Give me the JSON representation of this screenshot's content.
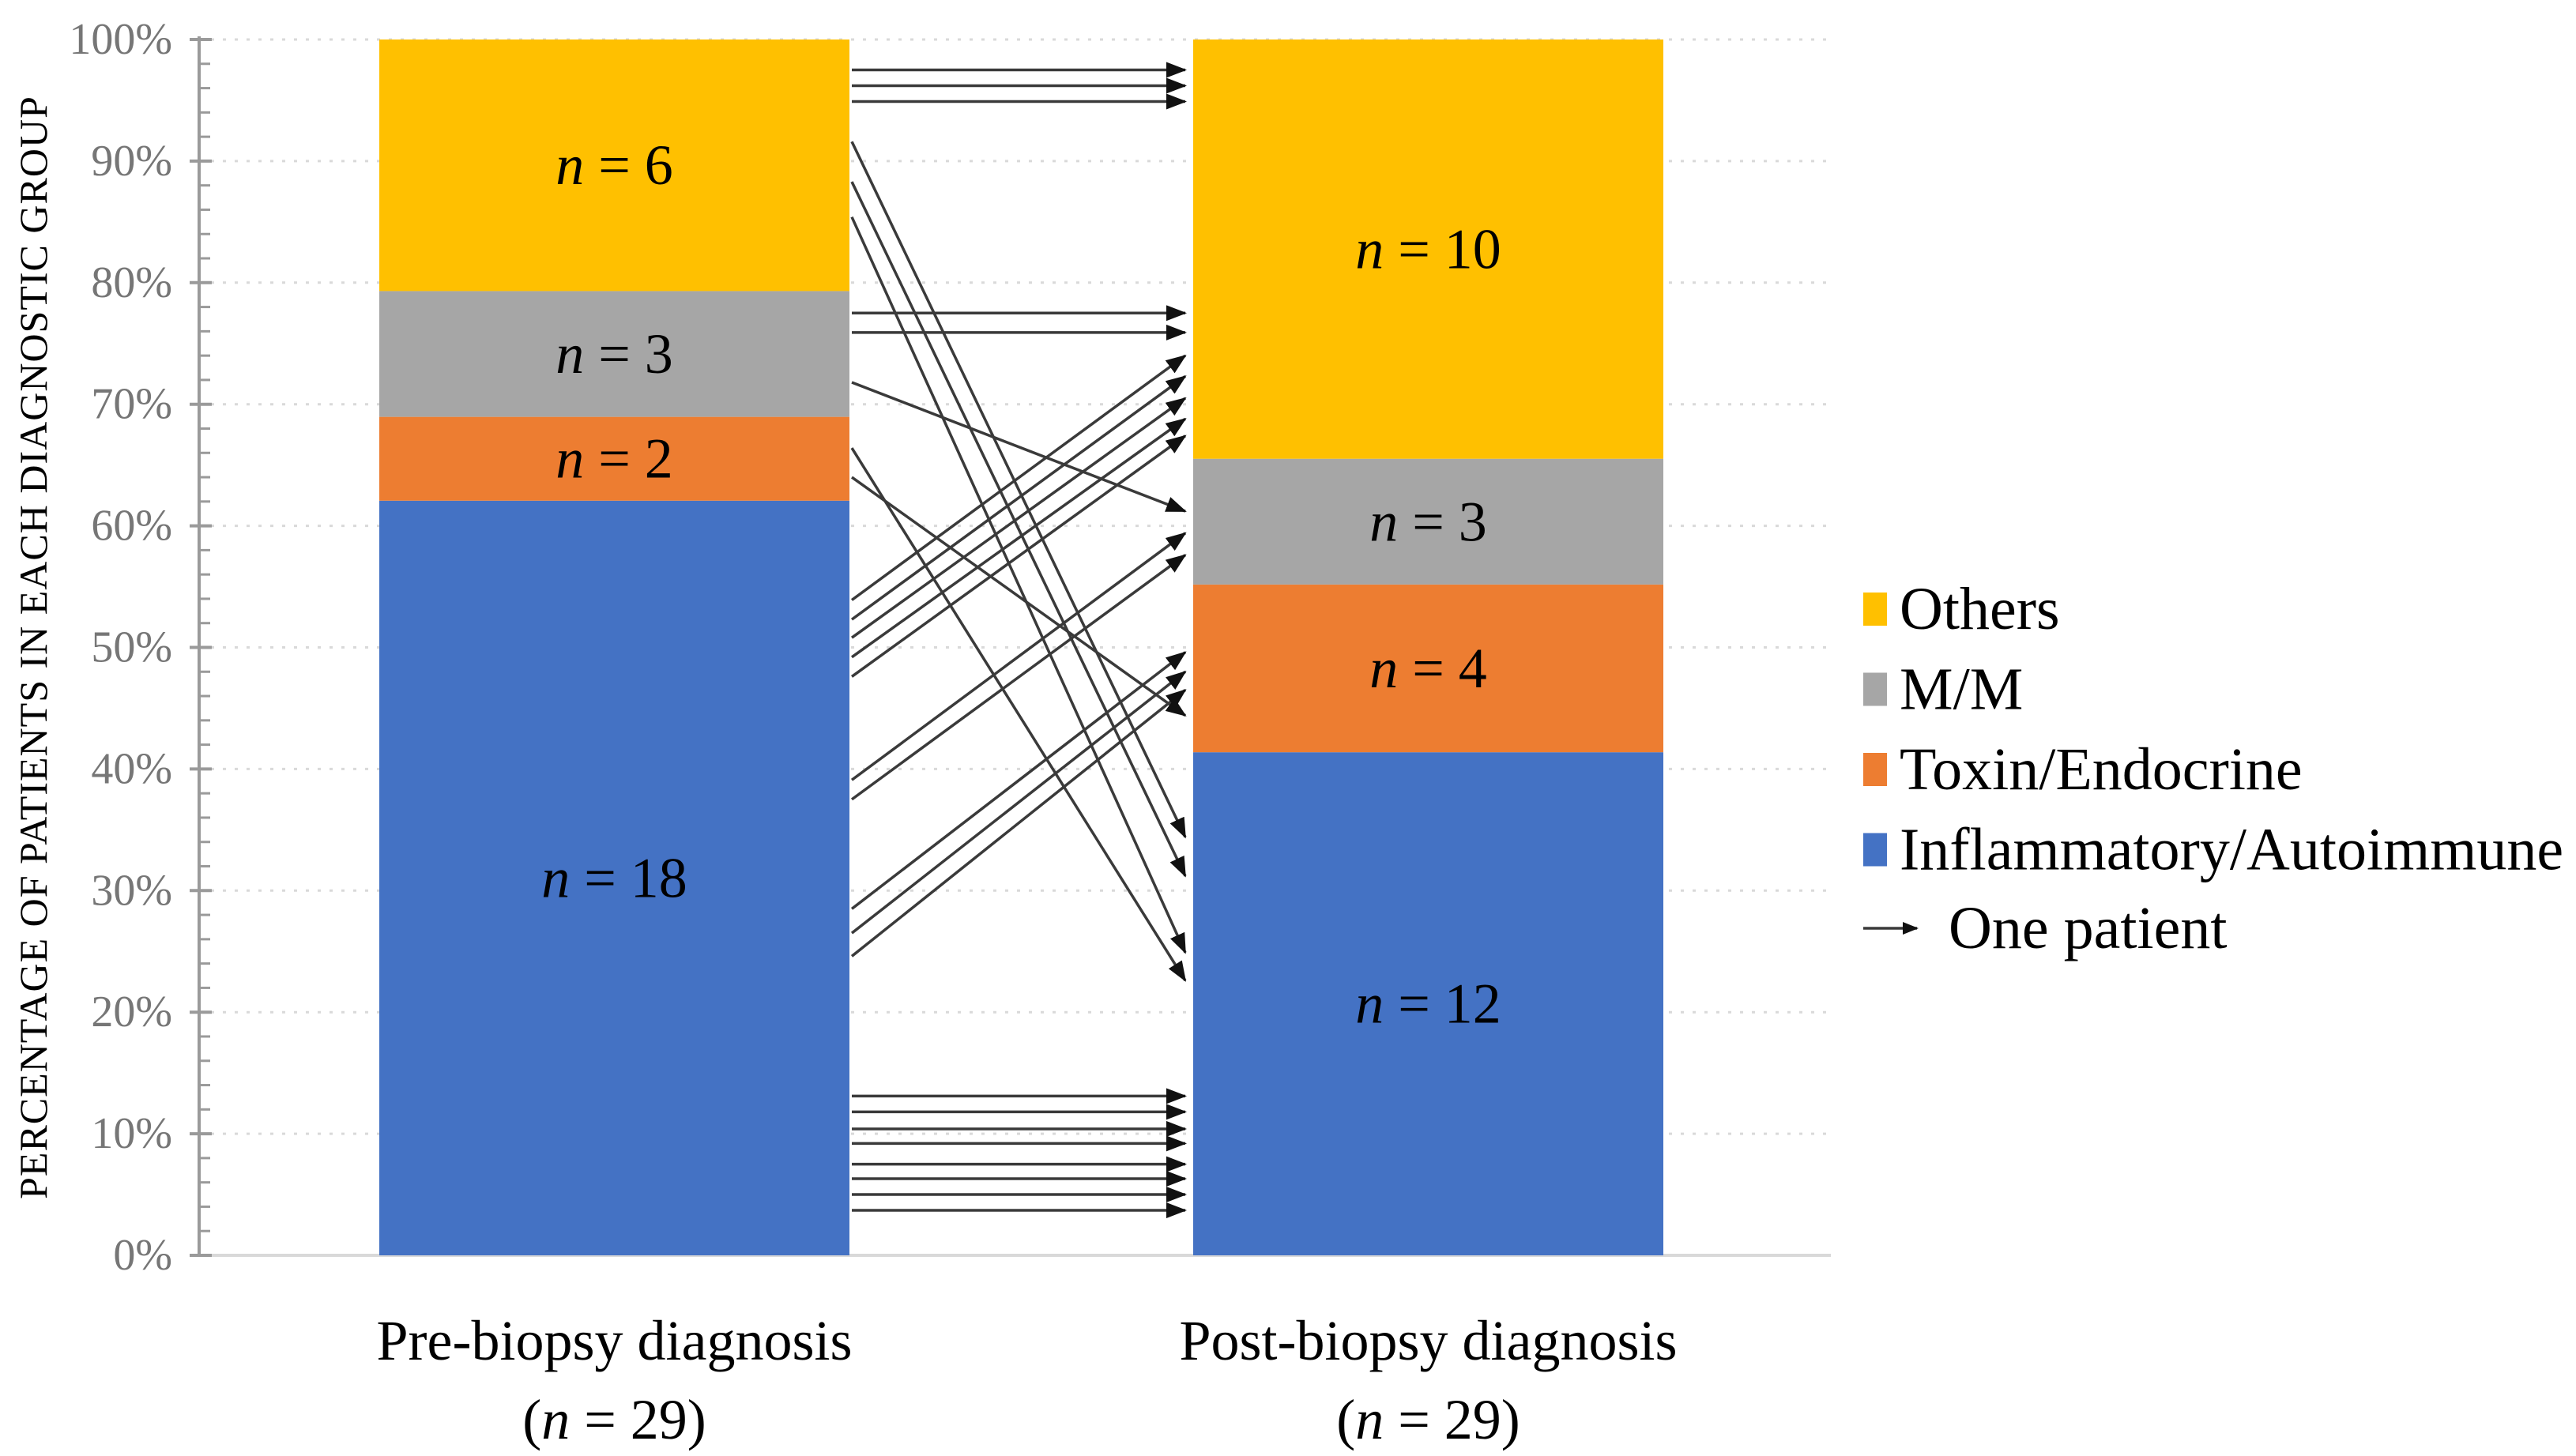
{
  "chart_data": {
    "type": "bar",
    "subtype": "stacked-bar-slopegraph",
    "title": "",
    "ylabel": "PERCENTAGE OF PATIENTS IN EACH DIAGNOSTIC GROUP",
    "xlabel": "",
    "ylim": [
      0,
      100
    ],
    "y_tick_step": 10,
    "y_minor_tick_step": 2,
    "y_tick_labels": [
      "0%",
      "10%",
      "20%",
      "30%",
      "40%",
      "50%",
      "60%",
      "70%",
      "80%",
      "90%",
      "100%"
    ],
    "grid": "horizontal-dotted",
    "legend_position": "right",
    "groups": [
      {
        "name": "Others",
        "color": "#FFC000"
      },
      {
        "name": "M/M",
        "color": "#A6A6A6"
      },
      {
        "name": "Toxin/Endocrine",
        "color": "#ED7D31"
      },
      {
        "name": "Inflammatory/Autoimmune",
        "color": "#4472C4"
      }
    ],
    "legend_arrow_label": "One patient",
    "count_label_prefix": "n",
    "categories": [
      {
        "label": "Pre-biopsy diagnosis",
        "sublabel_n": 29,
        "segments_bottom_up": [
          {
            "group": "Inflammatory/Autoimmune",
            "n": 18
          },
          {
            "group": "Toxin/Endocrine",
            "n": 2
          },
          {
            "group": "M/M",
            "n": 3
          },
          {
            "group": "Others",
            "n": 6
          }
        ]
      },
      {
        "label": "Post-biopsy diagnosis",
        "sublabel_n": 29,
        "segments_bottom_up": [
          {
            "group": "Inflammatory/Autoimmune",
            "n": 12
          },
          {
            "group": "Toxin/Endocrine",
            "n": 4
          },
          {
            "group": "M/M",
            "n": 3
          },
          {
            "group": "Others",
            "n": 10
          }
        ]
      }
    ],
    "arrows_one_per_patient": [
      [
        97.5,
        97.5
      ],
      [
        96.2,
        96.2
      ],
      [
        94.9,
        94.9
      ],
      [
        91.6,
        34.4
      ],
      [
        88.3,
        31.2
      ],
      [
        85.4,
        24.9
      ],
      [
        77.5,
        77.5
      ],
      [
        75.9,
        75.9
      ],
      [
        71.8,
        61.2
      ],
      [
        66.4,
        22.6
      ],
      [
        64.0,
        44.4
      ],
      [
        53.9,
        74.0
      ],
      [
        52.3,
        72.3
      ],
      [
        50.8,
        70.5
      ],
      [
        49.2,
        68.8
      ],
      [
        47.6,
        67.4
      ],
      [
        39.1,
        59.4
      ],
      [
        37.5,
        57.6
      ],
      [
        28.5,
        49.6
      ],
      [
        26.5,
        48.0
      ],
      [
        24.6,
        46.5
      ],
      [
        13.1,
        13.1
      ],
      [
        11.8,
        11.8
      ],
      [
        10.4,
        10.4
      ],
      [
        9.2,
        9.2
      ],
      [
        7.5,
        7.5
      ],
      [
        6.3,
        6.3
      ],
      [
        5.0,
        5.0
      ],
      [
        3.7,
        3.7
      ]
    ],
    "colors": {
      "tick_text": "#767676",
      "axis": "#9a9a9a",
      "gridline": "#D9D9D9",
      "baseline": "#D9D9D9",
      "arrow": "#3a3a3a",
      "arrow_head": "#111111",
      "label_text": "#000000",
      "background": "#ffffff"
    }
  }
}
